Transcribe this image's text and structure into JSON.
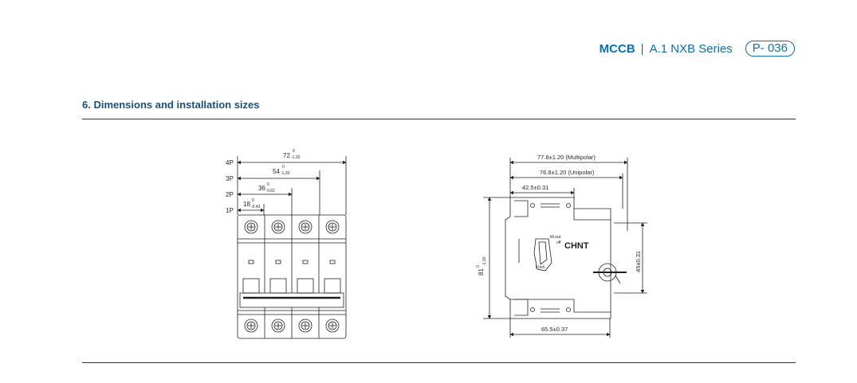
{
  "header": {
    "category": "MCCB",
    "separator": "|",
    "series": "A.1 NXB Series",
    "page": "P- 036"
  },
  "section": {
    "title": "6. Dimensions and installation sizes"
  },
  "front_view": {
    "pole_labels": [
      "4P",
      "3P",
      "2P",
      "1P"
    ],
    "dimensions": [
      {
        "nominal": "72",
        "tol_upper": "0",
        "tol_lower": "-1.20"
      },
      {
        "nominal": "54",
        "tol_upper": "0",
        "tol_lower": "-1.20"
      },
      {
        "nominal": "36",
        "tol_upper": "0",
        "tol_lower": "0.62"
      },
      {
        "nominal": "18",
        "tol_upper": "0",
        "tol_lower": "-0.43"
      }
    ]
  },
  "side_view": {
    "width_multipolar": "77.8±1.20 (Multipolar)",
    "width_unipolar": "76.8±1.20 (Unipolar)",
    "depth_rail": "42.5±0.31",
    "depth_base": "65.5±0.37",
    "height_nominal": "81",
    "height_tol_upper": "0",
    "height_tol_lower": "-1.20",
    "rail_height": "45±0.31",
    "brand": "CHNT",
    "label_off": "off",
    "label_on": "on",
    "label_trip": "tilt out",
    "label_onside": "1 mm"
  }
}
